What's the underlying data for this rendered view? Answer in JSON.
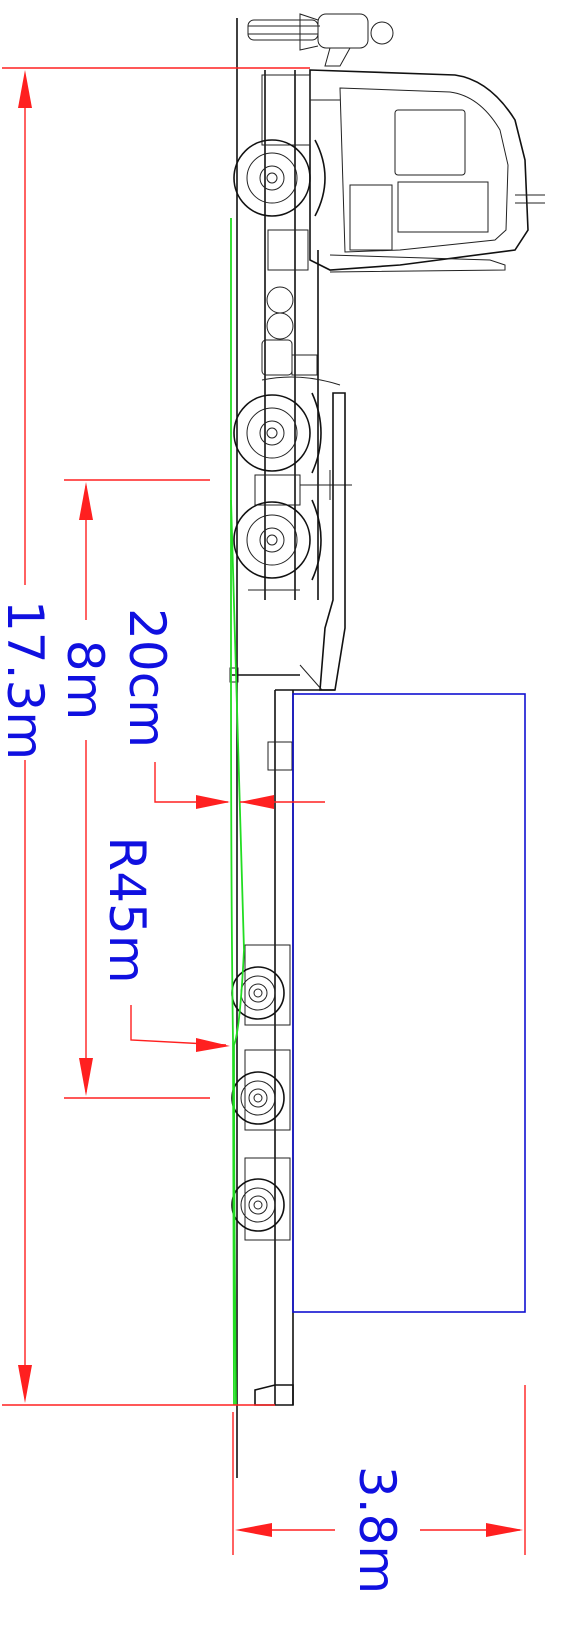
{
  "dimensions": {
    "overall_length": "17.3m",
    "trailer_axle_spacing": "8m",
    "track_offset": "20cm",
    "turning_radius": "R45m",
    "vehicle_width": "3.8m"
  },
  "colors": {
    "dimension_lines": "#ff2020",
    "dimension_text": "#1010e0",
    "swept_path": "#22dd22",
    "load_outline": "#1010d0",
    "vehicle_lines": "#111111"
  },
  "icons": {
    "driver_figure": "person-standing-icon",
    "wheel": "wheel-icon"
  }
}
